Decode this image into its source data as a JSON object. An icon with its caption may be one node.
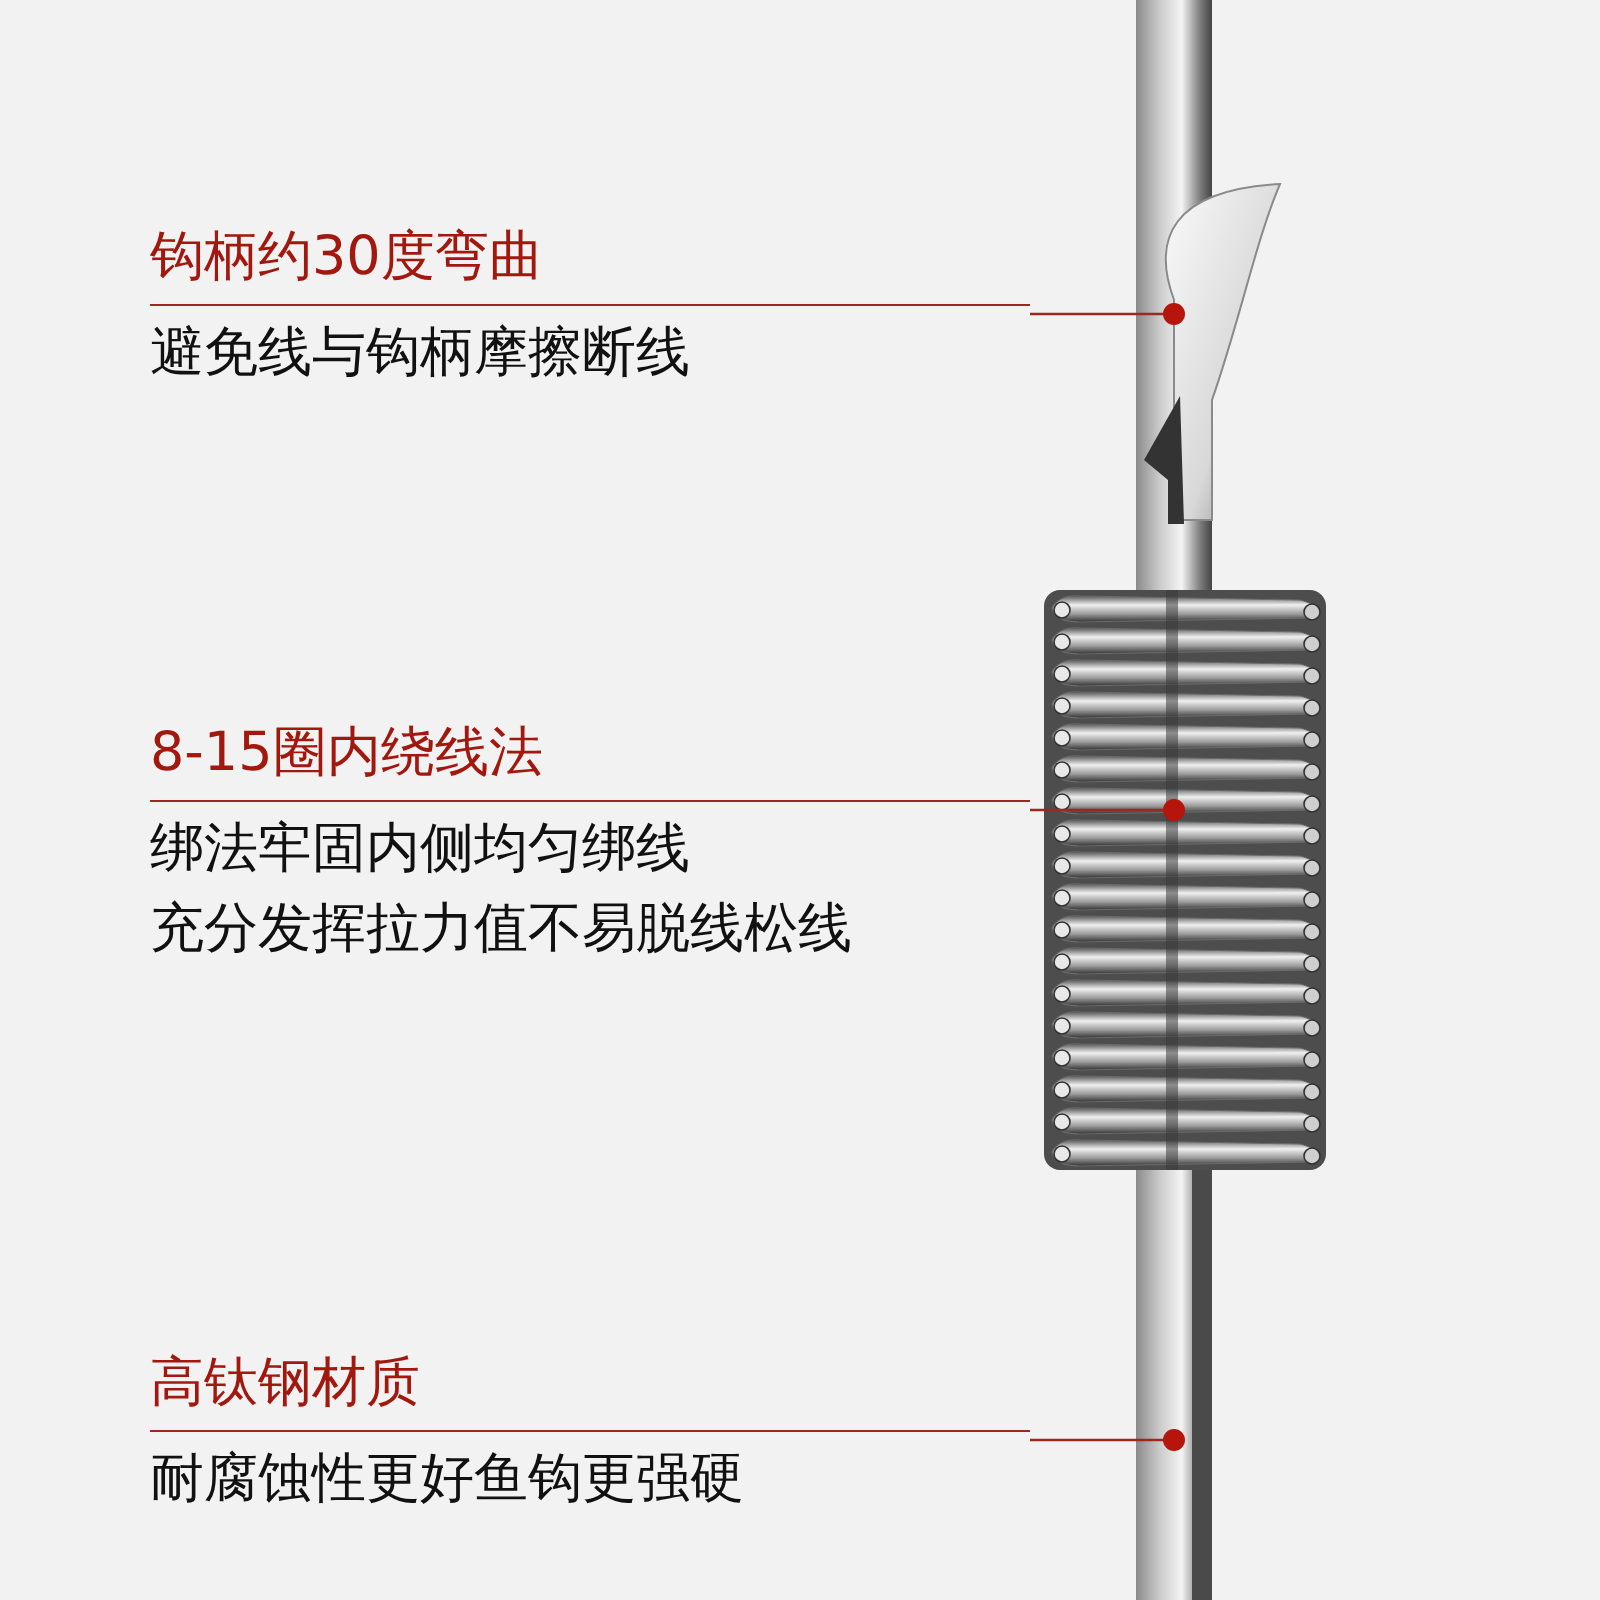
{
  "diagram": {
    "nodes": [
      {
        "text": [
          "钩柄约30度弯曲",
          "避免线与钩柄摩擦断线"
        ]
      },
      {
        "text": [
          "8-15圈内绕线法",
          "绑法牢固内侧均匀绑线",
          "充分发挥拉力值不易脱线松线"
        ]
      },
      {
        "text": [
          "高钛钢材质",
          "耐腐蚀性更好鱼钩更强硬"
        ]
      },
      {
        "text": [],
        "shape": "picture"
      },
      {
        "text": [],
        "shape": "picture"
      },
      {
        "text": [],
        "shape": "picture"
      }
    ],
    "edges": [
      {
        "from": 0,
        "to": 3,
        "arrow": "other"
      },
      {
        "from": 1,
        "to": 4,
        "arrow": "other"
      },
      {
        "from": 2,
        "to": 5,
        "arrow": "other"
      }
    ]
  }
}
